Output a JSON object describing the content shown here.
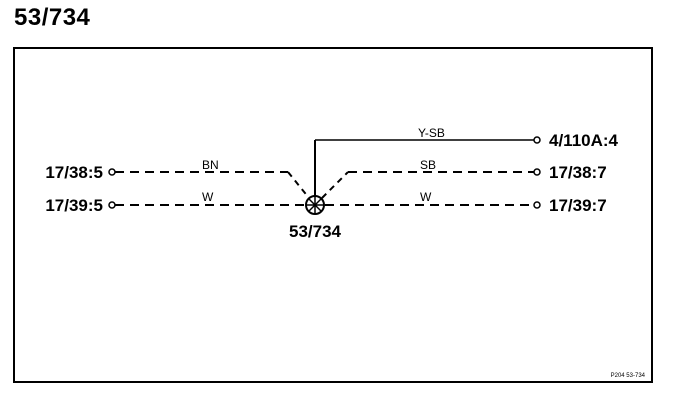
{
  "title": "53/734",
  "splice": {
    "label": "53/734"
  },
  "connections": [
    {
      "terminal": "17/38:5",
      "color": "BN"
    },
    {
      "terminal": "17/39:5",
      "color": "W"
    },
    {
      "terminal": "4/110A:4",
      "color": "Y-SB"
    },
    {
      "terminal": "17/38:7",
      "color": "SB"
    },
    {
      "terminal": "17/39:7",
      "color": "W"
    }
  ],
  "figure_ref": "P204 53-734"
}
